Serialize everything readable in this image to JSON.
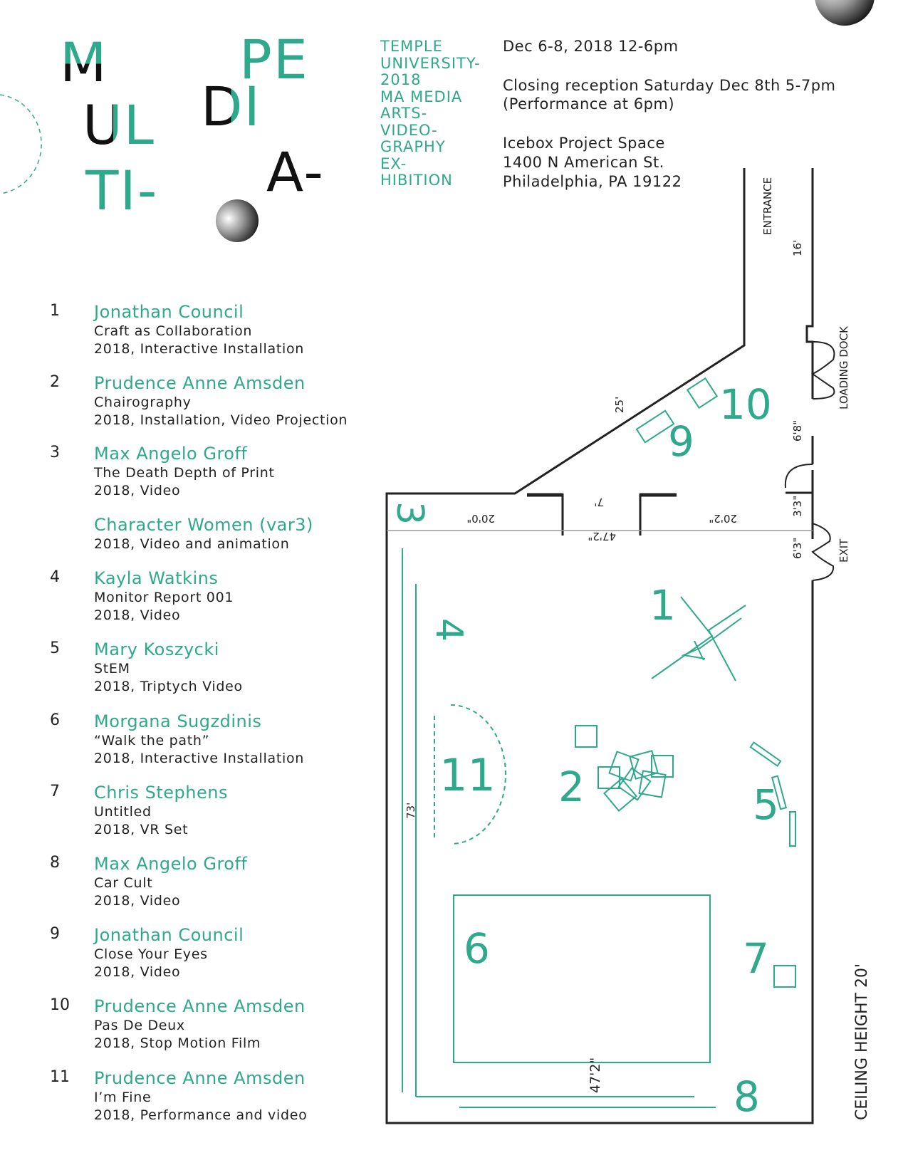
{
  "colors": {
    "accent": "#2fa98c",
    "text": "#222222"
  },
  "logo": {
    "letters": [
      "M",
      "UL",
      "TI-",
      "PE",
      "DI",
      "A-"
    ]
  },
  "subtitle": "TEMPLE\nUNIVERSITY-\n2018\nMA MEDIA\nARTS-\nVIDEO-\nGRAPHY\nEX-\nHIBITION",
  "event": {
    "dates": "Dec 6-8, 2018 12-6pm",
    "reception_1": "Closing reception Saturday Dec 8th 5-7pm",
    "reception_2": "(Performance at 6pm)",
    "venue": "Icebox Project Space",
    "address_1": "1400 N American St.",
    "address_2": "Philadelphia, PA 19122"
  },
  "works": [
    {
      "num": "1",
      "artist": "Jonathan Council",
      "title": "Craft as Collaboration",
      "detail": "2018, Interactive Installation"
    },
    {
      "num": "2",
      "artist": "Prudence Anne Amsden",
      "title": "Chairography",
      "detail": "2018, Installation, Video Projection"
    },
    {
      "num": "3",
      "artist": "Max Angelo Groff",
      "title": "The Death Depth of Print",
      "detail": "2018, Video"
    },
    {
      "num": "",
      "artist": "Character Women (var3)",
      "title": "2018, Video and animation",
      "detail": ""
    },
    {
      "num": "4",
      "artist": "Kayla Watkins",
      "title": "Monitor Report 001",
      "detail": "2018, Video"
    },
    {
      "num": "5",
      "artist": "Mary Koszycki",
      "title": "StEM",
      "detail": "2018, Triptych Video"
    },
    {
      "num": "6",
      "artist": "Morgana Sugzdinis",
      "title": "“Walk the path”",
      "detail": "2018, Interactive Installation"
    },
    {
      "num": "7",
      "artist": "Chris Stephens",
      "title": "Untitled",
      "detail": "2018, VR Set"
    },
    {
      "num": "8",
      "artist": "Max Angelo Groff",
      "title": "Car Cult",
      "detail": "2018, Video"
    },
    {
      "num": "9",
      "artist": "Jonathan Council",
      "title": "Close Your Eyes",
      "detail": "2018, Video"
    },
    {
      "num": "10",
      "artist": "Prudence Anne Amsden",
      "title": "Pas De Deux",
      "detail": "2018, Stop Motion Film"
    },
    {
      "num": "11",
      "artist": "Prudence Anne Amsden",
      "title": "I’m Fine",
      "detail": "2018, Performance and video"
    }
  ],
  "floorplan": {
    "labels": {
      "entrance": "ENTRANCE",
      "loading_dock": "LOADING DOCK",
      "exit": "EXIT",
      "ceiling": "CEILING HEIGHT  20'"
    },
    "dimensions": {
      "d16": "16'",
      "d25": "25'",
      "d68": "6'8\"",
      "d33": "3'3\"",
      "d63": "6'3\"",
      "d7": "7'",
      "d200": "20'0\"",
      "d202": "20'2\"",
      "d472a": "47'2\"",
      "d73": "73'",
      "d472b": "47'2\""
    },
    "spots": [
      "1",
      "2",
      "3",
      "4",
      "5",
      "6",
      "7",
      "8",
      "9",
      "10",
      "11"
    ]
  }
}
